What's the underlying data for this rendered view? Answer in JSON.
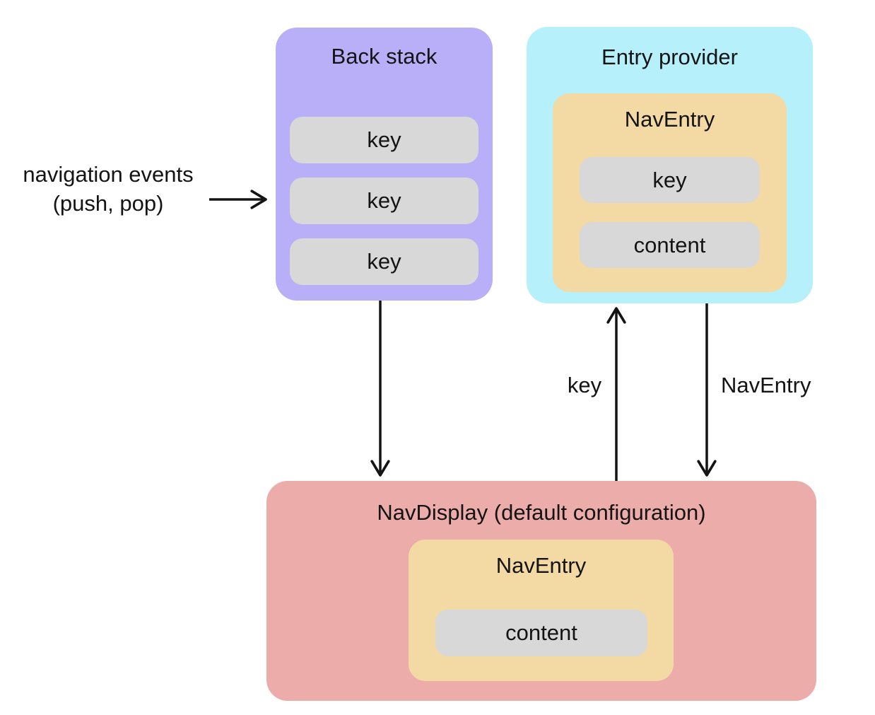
{
  "colors": {
    "background": "#ffffff",
    "back_stack_bg": "#b9aef8",
    "entry_provider_bg": "#b5f0fb",
    "nav_entry_bg": "#f3d9a4",
    "nav_display_bg": "#ecacaa",
    "field_bg": "#d8d8d8",
    "text": "#141414",
    "arrow": "#141414"
  },
  "nodes": {
    "back_stack": {
      "title": "Back stack",
      "keys": [
        "key",
        "key",
        "key"
      ]
    },
    "entry_provider": {
      "title": "Entry provider",
      "nav_entry": {
        "title": "NavEntry",
        "key": "key",
        "content": "content"
      }
    },
    "nav_display": {
      "title": "NavDisplay (default configuration)",
      "nav_entry": {
        "title": "NavEntry",
        "content": "content"
      }
    }
  },
  "annotations": {
    "nav_events_line1": "navigation events",
    "nav_events_line2": "(push, pop)",
    "key_arrow_label": "key",
    "nav_entry_arrow_label": "NavEntry"
  }
}
